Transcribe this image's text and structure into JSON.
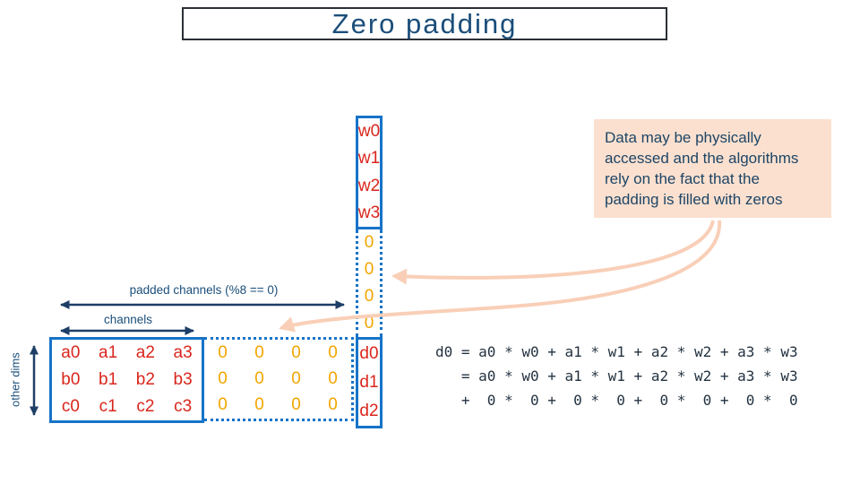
{
  "title": "Zero padding",
  "callout": {
    "lines": [
      "Data may be physically",
      "accessed and the algorithms",
      "rely on the fact that the",
      "padding is filled with zeros"
    ]
  },
  "labels": {
    "padded_channels": "padded channels (%8 == 0)",
    "channels": "channels",
    "other_dims": "other dims"
  },
  "weight_column": {
    "cells": [
      "w0",
      "w1",
      "w2",
      "w3"
    ]
  },
  "zero_column": {
    "cells": [
      "0",
      "0",
      "0",
      "0"
    ]
  },
  "result_column": {
    "cells": [
      "d0",
      "d1",
      "d2"
    ]
  },
  "matrix": {
    "cells": [
      "a0",
      "a1",
      "a2",
      "a3",
      "b0",
      "b1",
      "b2",
      "b3",
      "c0",
      "c1",
      "c2",
      "c3"
    ]
  },
  "padded_matrix": {
    "cells": [
      "0",
      "0",
      "0",
      "0",
      "0",
      "0",
      "0",
      "0",
      "0",
      "0",
      "0",
      "0"
    ]
  },
  "formula": {
    "lines": [
      "d0 = a0 * w0 + a1 * w1 + a2 * w2 + a3 * w3",
      "   = a0 * w0 + a1 * w1 + a2 * w2 + a3 * w3",
      "   +  0 *  0 +  0 *  0 +  0 *  0 +  0 *  0"
    ]
  },
  "colors": {
    "navy_text": "#1b4e7a",
    "navy_arrow": "#1d3e66",
    "border_blue": "#1673c8",
    "red_text": "#d9261c",
    "orange_zero": "#f2a500",
    "callout_background": "#fbe0cf",
    "pink_arrow": "#f9cfb8",
    "formula_text": "#233240"
  }
}
